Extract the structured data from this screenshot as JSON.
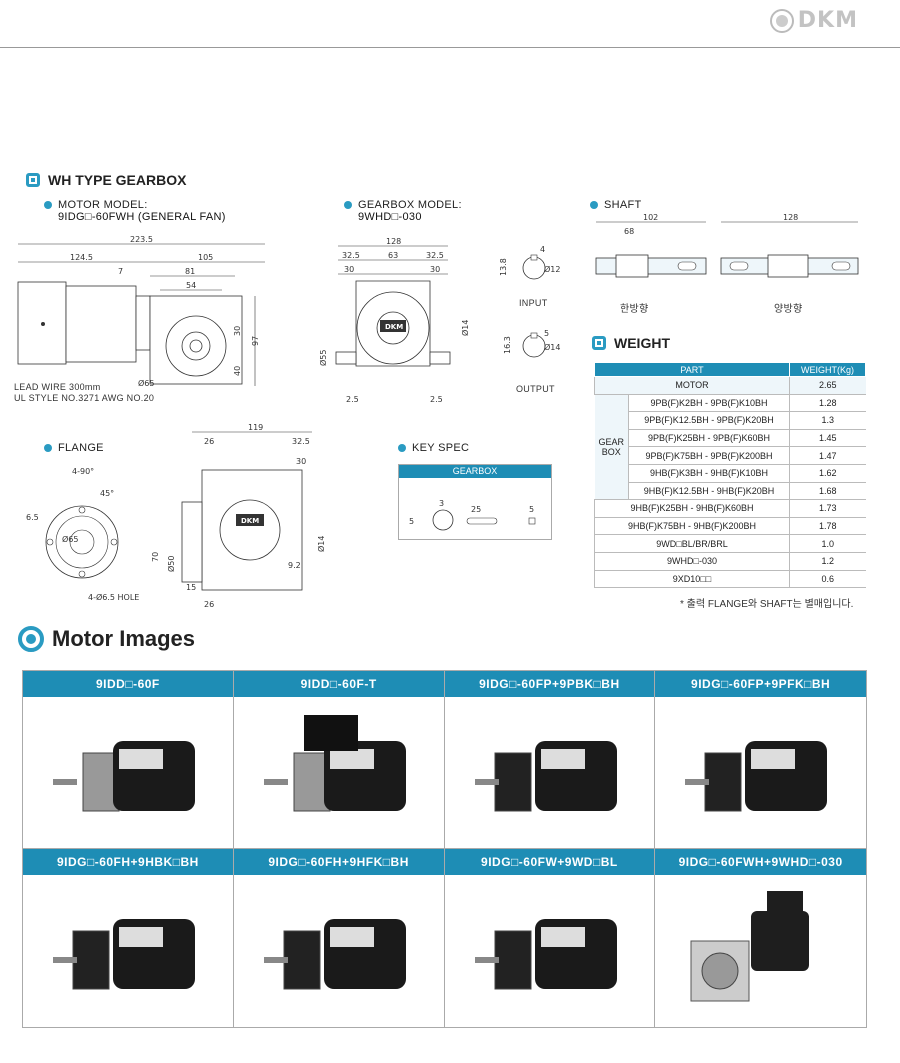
{
  "brand": "DKM",
  "wh_section": {
    "title": "WH TYPE GEARBOX",
    "motor_model_label": "MOTOR MODEL:",
    "motor_model_value": "9IDG□-60FWH (GENERAL FAN)",
    "gearbox_model_label": "GEARBOX MODEL:",
    "gearbox_model_value": "9WHD□-030",
    "shaft_label": "SHAFT",
    "flange_label": "FLANGE",
    "key_spec_label": "KEY SPEC",
    "key_spec_bar": "GEARBOX",
    "lead_wire_note": "LEAD WIRE 300mm",
    "ul_note": "UL STYLE NO.3271 AWG NO.20",
    "input_label": "INPUT",
    "output_label": "OUTPUT",
    "shaft_one_side": "한방향",
    "shaft_both_side": "양방향"
  },
  "weight_section": {
    "title": "WEIGHT",
    "col_part": "PART",
    "col_weight": "WEIGHT(Kg)",
    "motor_label": "MOTOR",
    "motor_weight": "2.65",
    "group_label_1": "GEAR",
    "group_label_2": "BOX",
    "rows": [
      {
        "part": "9PB(F)K2BH - 9PB(F)K10BH",
        "weight": "1.28"
      },
      {
        "part": "9PB(F)K12.5BH - 9PB(F)K20BH",
        "weight": "1.3"
      },
      {
        "part": "9PB(F)K25BH - 9PB(F)K60BH",
        "weight": "1.45"
      },
      {
        "part": "9PB(F)K75BH - 9PB(F)K200BH",
        "weight": "1.47"
      },
      {
        "part": "9HB(F)K3BH - 9HB(F)K10BH",
        "weight": "1.62"
      },
      {
        "part": "9HB(F)K12.5BH - 9HB(F)K20BH",
        "weight": "1.68"
      },
      {
        "part": "9HB(F)K25BH - 9HB(F)K60BH",
        "weight": "1.73"
      },
      {
        "part": "9HB(F)K75BH - 9HB(F)K200BH",
        "weight": "1.78"
      },
      {
        "part": "9WD□BL/BR/BRL",
        "weight": "1.0"
      },
      {
        "part": "9WHD□-030",
        "weight": "1.2"
      },
      {
        "part": "9XD10□□",
        "weight": "0.6"
      }
    ],
    "footnote": "* 출력 FLANGE와 SHAFT는 별매입니다."
  },
  "motor_images": {
    "title": "Motor Images",
    "items": [
      {
        "label": "9IDD□-60F"
      },
      {
        "label": "9IDD□-60F-T"
      },
      {
        "label": "9IDG□-60FP+9PBK□BH"
      },
      {
        "label": "9IDG□-60FP+9PFK□BH"
      },
      {
        "label": "9IDG□-60FH+9HBK□BH"
      },
      {
        "label": "9IDG□-60FH+9HFK□BH"
      },
      {
        "label": "9IDG□-60FW+9WD□BL"
      },
      {
        "label": "9IDG□-60FWH+9WHD□-030"
      }
    ]
  },
  "dims": {
    "overall_len": "223.5",
    "motor_len": "124.5",
    "gear_len": "105",
    "d7": "7",
    "d81": "81",
    "d54": "54",
    "d97": "97",
    "d30": "30",
    "d40": "40",
    "dia65": "Ø65",
    "front_128": "128",
    "front_325": "32.5",
    "front_63": "63",
    "front_30": "30",
    "front_25": "2.5",
    "front_dia55": "Ø55",
    "front_dia14": "Ø14",
    "in_138": "13.8",
    "in_4": "4",
    "in_12": "Ø12",
    "out_163": "16.3",
    "out_5": "5",
    "out_14": "Ø14",
    "sh_102": "102",
    "sh_68": "68",
    "sh_128": "128",
    "fl_490": "4-90°",
    "fl_45": "45°",
    "fl_65": "6.5",
    "fl_dia65": "Ø65",
    "fl_holes": "4-Ø6.5 HOLE",
    "fl_119": "119",
    "fl_26": "26",
    "fl_70": "70",
    "fl_dia50": "Ø50",
    "fl_dia14": "Ø14",
    "fl_92": "9.2",
    "fl_15": "15",
    "ks_3": "3",
    "ks_5": "5",
    "ks_25": "25",
    "ks_5b": "5"
  }
}
